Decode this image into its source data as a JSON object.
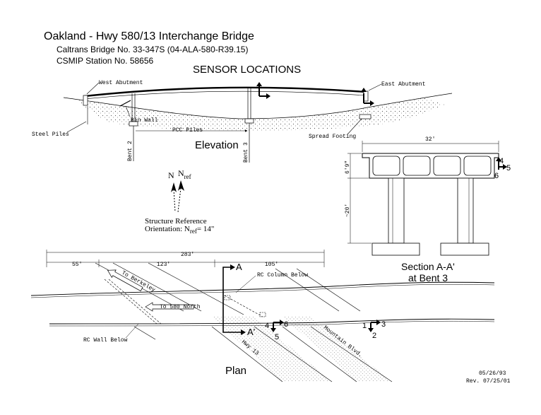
{
  "header": {
    "title": "Oakland - Hwy 580/13 Interchange Bridge",
    "bridge_no": "Caltrans Bridge No. 33-347S (04-ALA-580-R39.15)",
    "station": "CSMIP Station No. 58656",
    "heading": "SENSOR LOCATIONS"
  },
  "elevation": {
    "title": "Elevation",
    "west_abutment": "West Abutment",
    "east_abutment": "East Abutment",
    "bin_wall": "Bin Wall",
    "steel_piles": "Steel Piles",
    "pcc_piles": "PCC Piles",
    "spread_footing": "Spread Footing",
    "bent2": "Bent 2",
    "bent3": "Bent 3"
  },
  "orientation": {
    "n": "N",
    "nref": "N",
    "nref_sub": "ref",
    "line1": "Structure Reference",
    "line2_prefix": "Orientation: N",
    "line2_sub": "ref",
    "line2_suffix": "= 14\""
  },
  "section": {
    "width_dim": "32'",
    "depth_dim": "6'9\"",
    "height_dim": "~20'",
    "title_line1": "Section A-A'",
    "title_line2": "at Bent 3",
    "sensors": [
      "4",
      "5",
      "6"
    ]
  },
  "plan": {
    "title": "Plan",
    "total_dim": "283'",
    "span1": "55'",
    "span2": "123'",
    "span3": "105'",
    "section_a": "A",
    "section_a_prime": "A'",
    "rc_column": "RC Column Below",
    "to_berkeley": "To Berkeley",
    "to_580": "To 580 North",
    "rc_wall": "RC Wall Below",
    "hwy13": "Hwy 13",
    "mountain": "Mountain Blvd.",
    "sensors_bent": [
      "4",
      "6",
      "5"
    ],
    "sensors_abut": [
      "1",
      "3",
      "2"
    ]
  },
  "footer": {
    "date": "05/26/93",
    "rev": "Rev. 07/25/01"
  }
}
